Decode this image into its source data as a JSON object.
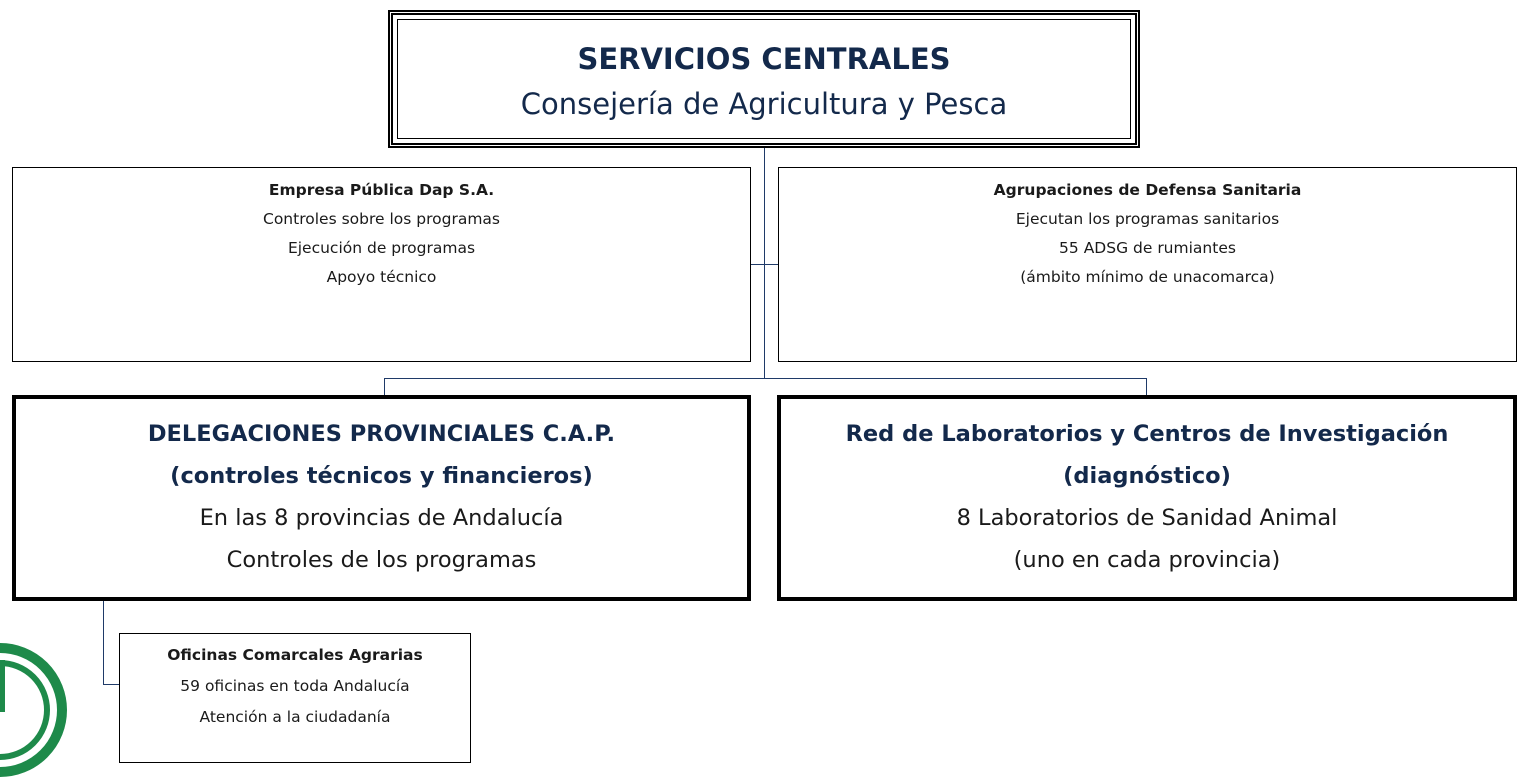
{
  "central": {
    "title": "SERVICIOS CENTRALES",
    "subtitle": "Consejería de Agricultura y Pesca"
  },
  "dap": {
    "title": "Empresa Pública Dap S.A.",
    "lines": [
      "Controles sobre los programas",
      "Ejecución de programas",
      "Apoyo técnico"
    ]
  },
  "ads": {
    "title": "Agrupaciones de Defensa Sanitaria",
    "lines": [
      "Ejecutan los programas sanitarios",
      "55 ADSG de rumiantes",
      "(ámbito mínimo de unacomarca)"
    ]
  },
  "delegaciones": {
    "title": "DELEGACIONES PROVINCIALES C.A.P.",
    "subtitle": "(controles técnicos y financieros)",
    "lines": [
      "En las 8 provincias de Andalucía",
      "Controles de los programas"
    ]
  },
  "laboratorios": {
    "title": "Red de Laboratorios y Centros de Investigación",
    "subtitle": "(diagnóstico)",
    "lines": [
      "8 Laboratorios de Sanidad Animal",
      "(uno en cada provincia)"
    ]
  },
  "oficinas": {
    "title": "Oficinas Comarcales Agrarias",
    "lines": [
      "59 oficinas en toda Andalucía",
      "Atención a la ciudadanía"
    ]
  },
  "colors": {
    "title_text": "#13294b",
    "connector": "#1f3a68",
    "logo_green": "#1e8a4a"
  },
  "logo": {
    "icon": "junta-andalucia-logo-icon"
  }
}
